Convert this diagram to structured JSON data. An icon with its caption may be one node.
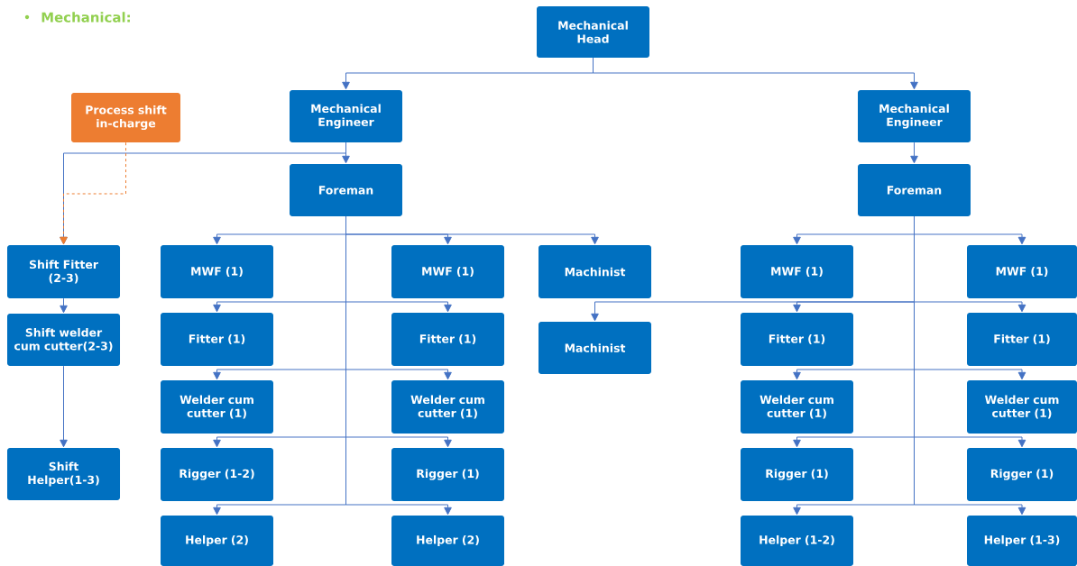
{
  "diagram": {
    "title": "Mechanical:",
    "nodes": [
      {
        "text": [
          "Mechanical Head"
        ]
      },
      {
        "text": [
          "Process shift in-charge"
        ]
      },
      {
        "text": [
          "Mechanical Engineer"
        ]
      },
      {
        "text": [
          "Mechanical Engineer"
        ]
      },
      {
        "text": [
          "Foreman"
        ]
      },
      {
        "text": [
          "Foreman"
        ]
      },
      {
        "text": [
          "Shift Fitter (2-3)"
        ]
      },
      {
        "text": [
          "Shift welder cum cutter(2-3)"
        ]
      },
      {
        "text": [
          "Shift Helper(1-3)"
        ]
      },
      {
        "text": [
          "MWF (1)"
        ]
      },
      {
        "text": [
          "Fitter (1)"
        ]
      },
      {
        "text": [
          "Welder cum cutter (1)"
        ]
      },
      {
        "text": [
          "Rigger (1-2)"
        ]
      },
      {
        "text": [
          "Helper (2)"
        ]
      },
      {
        "text": [
          "MWF (1)"
        ]
      },
      {
        "text": [
          "Fitter (1)"
        ]
      },
      {
        "text": [
          "Welder cum cutter (1)"
        ]
      },
      {
        "text": [
          "Rigger (1)"
        ]
      },
      {
        "text": [
          "Helper (2)"
        ]
      },
      {
        "text": [
          "Machinist"
        ]
      },
      {
        "text": [
          "Machinist"
        ]
      },
      {
        "text": [
          "MWF (1)"
        ]
      },
      {
        "text": [
          "Fitter (1)"
        ]
      },
      {
        "text": [
          "Welder cum cutter (1)"
        ]
      },
      {
        "text": [
          "Rigger (1)"
        ]
      },
      {
        "text": [
          "Helper (1-2)"
        ]
      },
      {
        "text": [
          "MWF (1)"
        ]
      },
      {
        "text": [
          "Fitter (1)"
        ]
      },
      {
        "text": [
          "Welder cum cutter (1)"
        ]
      },
      {
        "text": [
          "Rigger (1)"
        ]
      },
      {
        "text": [
          "Helper (1-3)"
        ]
      }
    ],
    "edges": [
      {
        "from": 0,
        "to": 2,
        "arrow": "to"
      },
      {
        "from": 0,
        "to": 3,
        "arrow": "to"
      },
      {
        "from": 2,
        "to": 4,
        "arrow": "to"
      },
      {
        "from": 3,
        "to": 5,
        "arrow": "to"
      },
      {
        "from": 2,
        "to": 6,
        "arrow": "to"
      },
      {
        "from": 1,
        "to": 6,
        "arrow": "to",
        "style": "dashed",
        "color": "#ed7d31"
      },
      {
        "from": 6,
        "to": 7,
        "arrow": "to"
      },
      {
        "from": 7,
        "to": 8,
        "arrow": "to"
      },
      {
        "from": 4,
        "to": 9,
        "arrow": "to"
      },
      {
        "from": 4,
        "to": 10,
        "arrow": "to"
      },
      {
        "from": 4,
        "to": 11,
        "arrow": "to"
      },
      {
        "from": 4,
        "to": 12,
        "arrow": "to"
      },
      {
        "from": 4,
        "to": 13,
        "arrow": "to"
      },
      {
        "from": 4,
        "to": 14,
        "arrow": "to"
      },
      {
        "from": 4,
        "to": 15,
        "arrow": "to"
      },
      {
        "from": 4,
        "to": 16,
        "arrow": "to"
      },
      {
        "from": 4,
        "to": 17,
        "arrow": "to"
      },
      {
        "from": 4,
        "to": 18,
        "arrow": "to"
      },
      {
        "from": 4,
        "to": 19,
        "arrow": "to"
      },
      {
        "from": 5,
        "to": 20,
        "arrow": "to"
      },
      {
        "from": 5,
        "to": 21,
        "arrow": "to"
      },
      {
        "from": 5,
        "to": 22,
        "arrow": "to"
      },
      {
        "from": 5,
        "to": 23,
        "arrow": "to"
      },
      {
        "from": 5,
        "to": 24,
        "arrow": "to"
      },
      {
        "from": 5,
        "to": 25,
        "arrow": "to"
      },
      {
        "from": 5,
        "to": 26,
        "arrow": "to"
      },
      {
        "from": 5,
        "to": 27,
        "arrow": "to"
      },
      {
        "from": 5,
        "to": 28,
        "arrow": "to"
      },
      {
        "from": 5,
        "to": 29,
        "arrow": "to"
      },
      {
        "from": 5,
        "to": 30,
        "arrow": "to"
      }
    ]
  }
}
